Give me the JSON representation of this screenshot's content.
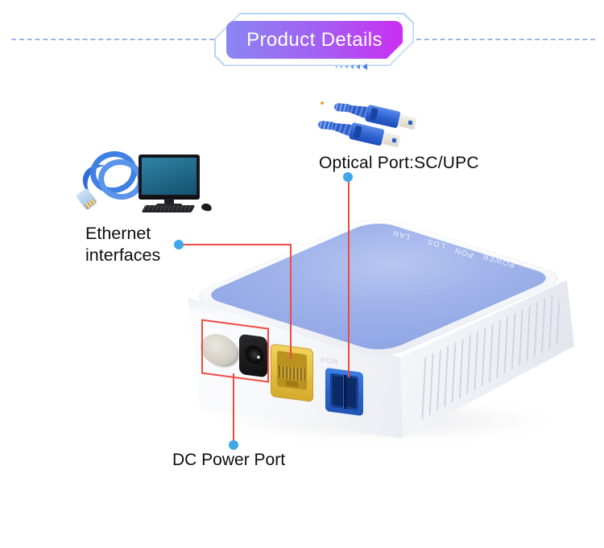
{
  "banner": {
    "title": "Product Details"
  },
  "callouts": {
    "optical_port": "Optical Port:SC/UPC",
    "ethernet_line1": "Ethernet",
    "ethernet_line2": "interfaces",
    "dc_power": "DC Power Port"
  },
  "device": {
    "top_led_labels": [
      "LAN",
      "LOS",
      "PON",
      "POWER"
    ],
    "optical_port_print": "PON"
  },
  "colors": {
    "banner_gradient_start": "#8a86f2",
    "banner_gradient_end": "#cb2ef2",
    "banner_outline": "#b7d2f2",
    "dashed_line": "#9fb6ec",
    "annotation_line": "#ef4a42",
    "annotation_dot": "#41a7e8",
    "device_top": "#9fb3e8",
    "ethernet_port_yellow": "#e2bc3e",
    "optical_port_blue": "#2a63c8"
  },
  "icons": {
    "fiber_patch_cord": "sc-upc-fiber-connectors-icon",
    "ethernet_cable": "ethernet-cable-icon",
    "computer": "desktop-computer-icon",
    "banner_arrows": "left-arrows-icon"
  }
}
